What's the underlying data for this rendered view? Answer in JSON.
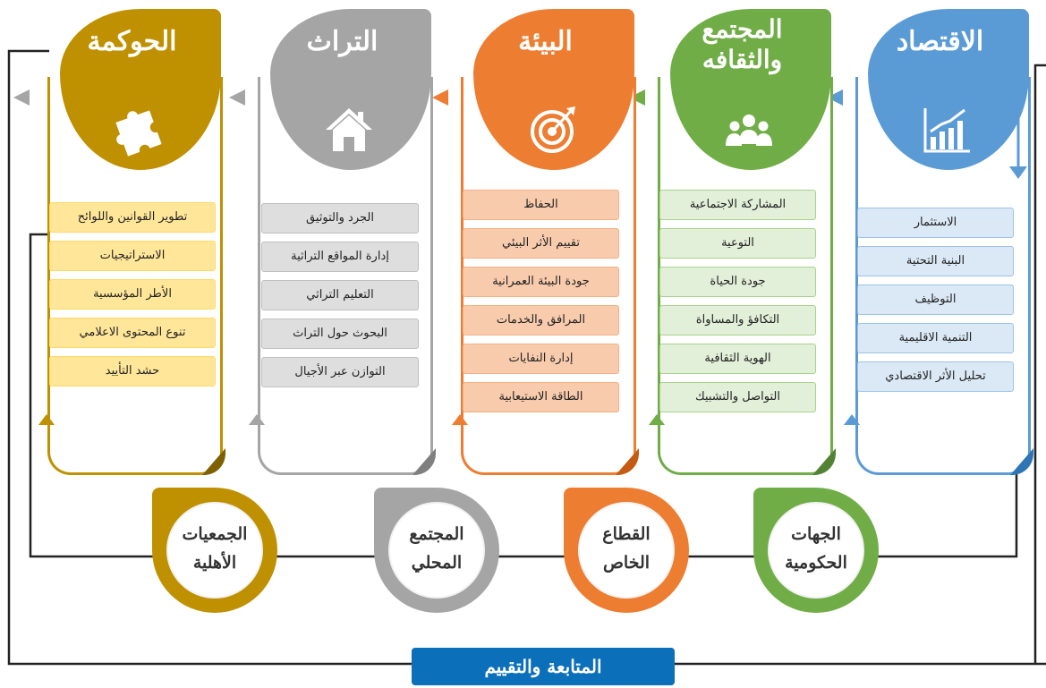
{
  "pillars": {
    "economy": {
      "title": "الاقتصاد",
      "icon": "bar-chart-icon",
      "color": "#5b9bd5",
      "items": [
        "الاستثمار",
        "البنية التحتية",
        "التوظيف",
        "التنمية الاقليمية",
        "تحليل الأثر الاقتصادي"
      ]
    },
    "society": {
      "title_line1": "المجتمع",
      "title_line2": "والثقافه",
      "icon": "people-icon",
      "color": "#70ad47",
      "items": [
        "المشاركة الاجتماعية",
        "التوعية",
        "جودة الحياة",
        "التكافؤ والمساواة",
        "الهوية الثقافية",
        "التواصل والتشبيك"
      ]
    },
    "environment": {
      "title": "البيئة",
      "icon": "target-icon",
      "color": "#ed7d31",
      "items": [
        "الحفاظ",
        "تقييم الأثر البيئي",
        "جودة البيئة العمرانية",
        "المرافق والخدمات",
        "إدارة النفايات",
        "الطاقة الاستيعابية"
      ]
    },
    "heritage": {
      "title": "التراث",
      "icon": "house-icon",
      "color": "#a5a5a5",
      "items": [
        "الجرد والتوثيق",
        "إدارة المواقع التراثية",
        "التعليم التراثي",
        "البحوث حول التراث",
        "التوازن عبر الأجيال"
      ]
    },
    "governance": {
      "title": "الحوكمة",
      "icon": "puzzle-icon",
      "color": "#bf9000",
      "items": [
        "تطوير القوانين واللوائح",
        "الاستراتيجيات",
        "الأطر المؤسسية",
        "تنوع المحتوى الاعلامي",
        "حشد التأييد"
      ]
    }
  },
  "stakeholders": {
    "government": {
      "line1": "الجهات",
      "line2": "الحكومية",
      "color": "#70ad47"
    },
    "private": {
      "line1": "القطاع",
      "line2": "الخاص",
      "color": "#ed7d31"
    },
    "community": {
      "line1": "المجتمع",
      "line2": "المحلي",
      "color": "#a5a5a5"
    },
    "ngos": {
      "line1": "الجمعيات",
      "line2": "الأهلية",
      "color": "#bf9000"
    }
  },
  "footer": {
    "label": "المتابعة والتقييم",
    "color": "#0b6fb9"
  }
}
